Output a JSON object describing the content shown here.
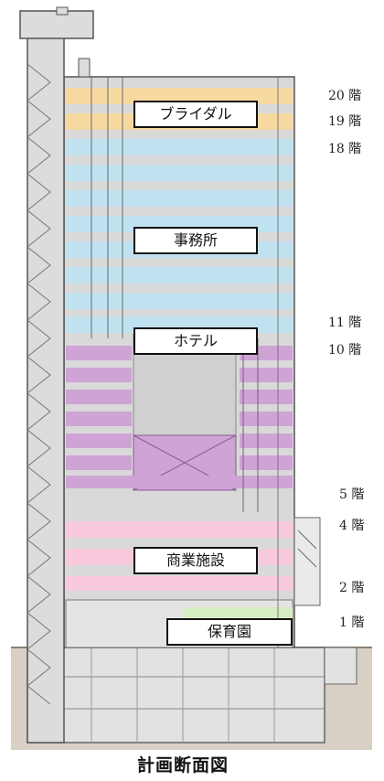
{
  "zones": {
    "bridal": "ブライダル",
    "office": "事務所",
    "hotel": "ホテル",
    "commercial": "商業施設",
    "nursery": "保育園"
  },
  "floors": {
    "f20": "20 階",
    "f19": "19 階",
    "f18": "18 階",
    "f11": "11 階",
    "f10": "10 階",
    "f5": "5 階",
    "f4": "4 階",
    "f2": "2 階",
    "f1": "1 階"
  },
  "caption": "計画断面図",
  "colors": {
    "bridal": "#f7d9a0",
    "office": "#bfe1f0",
    "hotel": "#cfa3d6",
    "commercial": "#f8c9dc",
    "nursery": "#d6ecc2",
    "structure": "#d9d9d9",
    "ground": "#d8d0c4"
  }
}
